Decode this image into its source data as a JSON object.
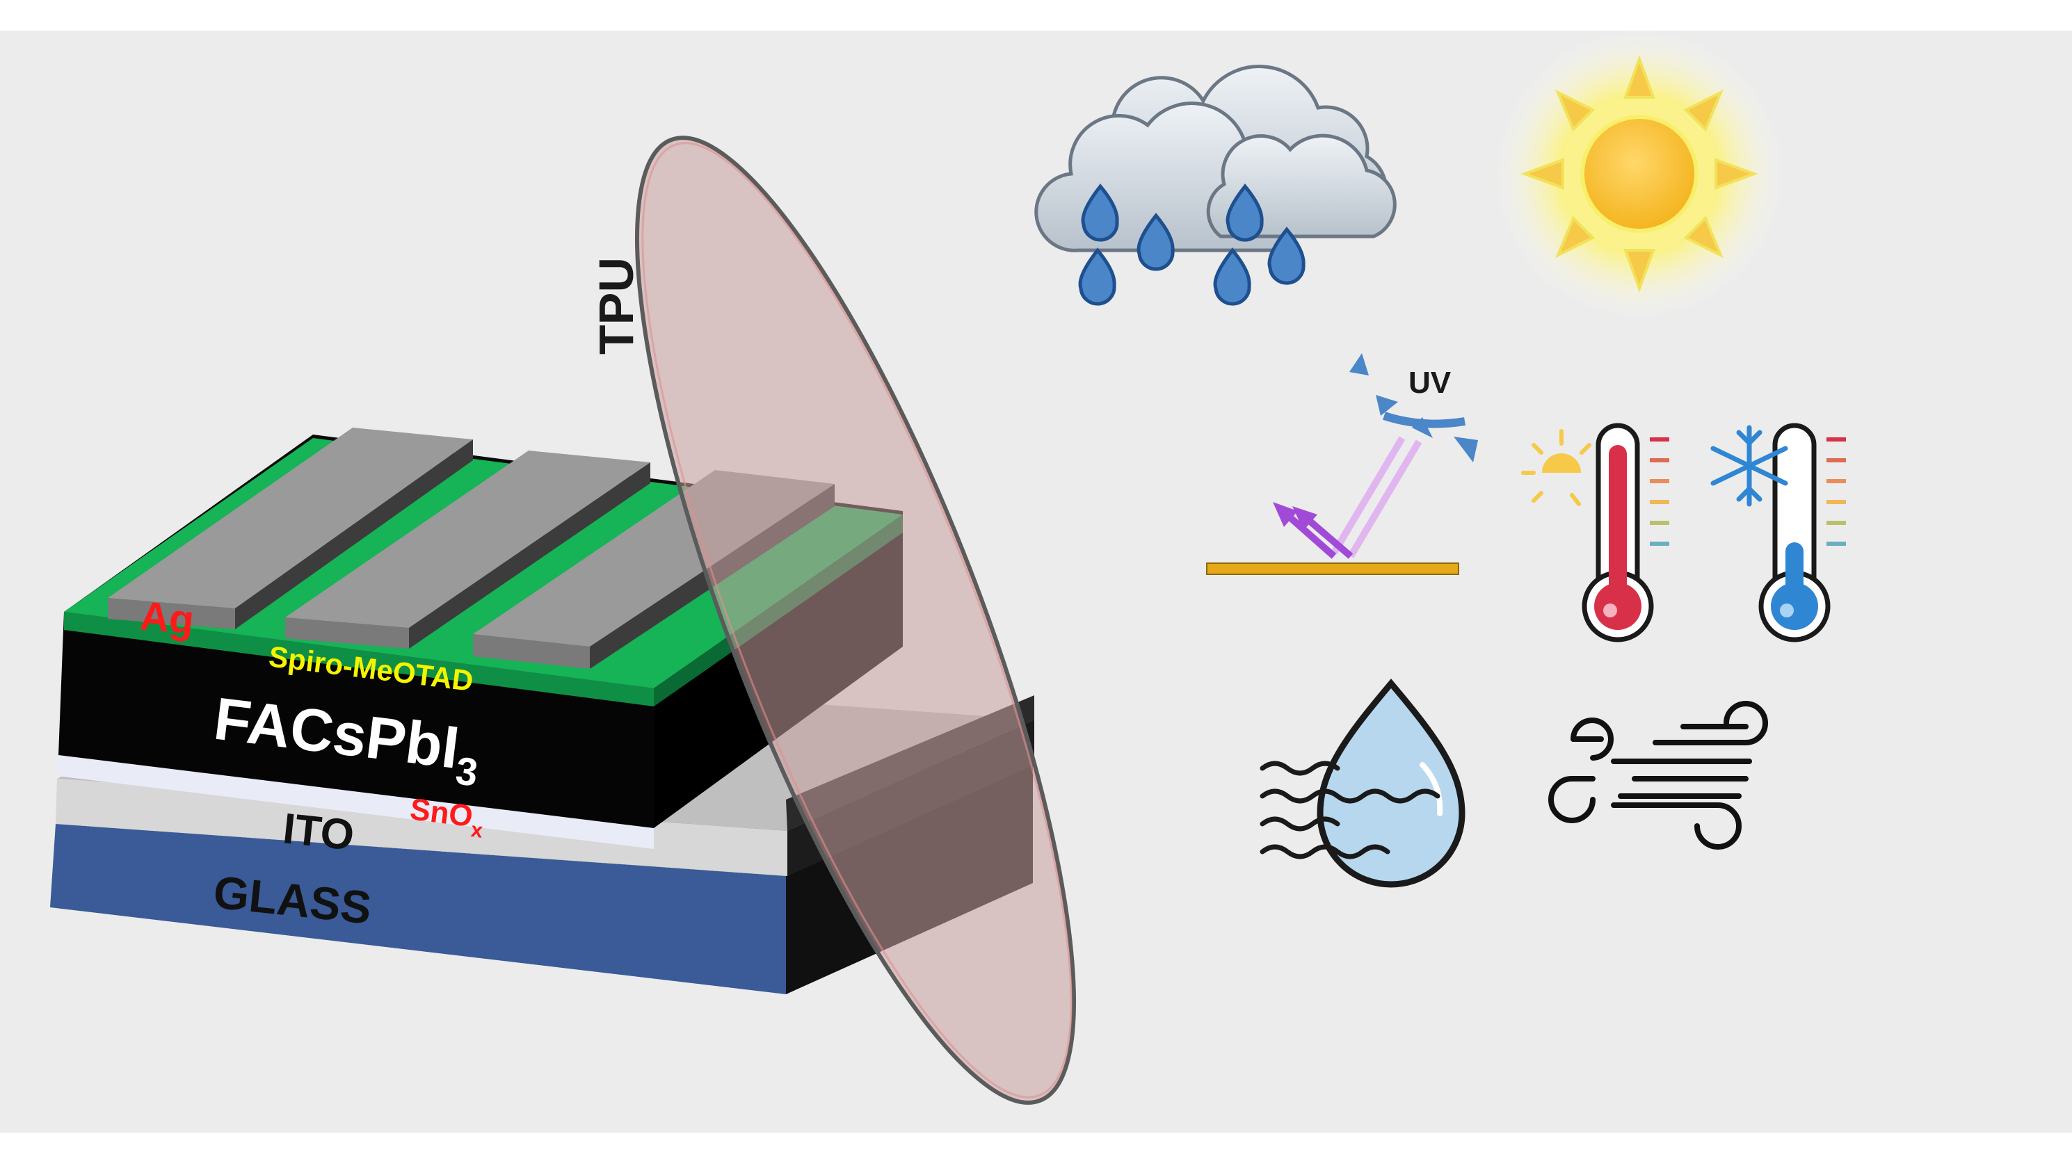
{
  "labels": {
    "ag": "Ag",
    "spiro": "Spiro-MeOTAD",
    "perovskite_main": "FACsPbI",
    "perovskite_sub": "3",
    "sno_main": "SnO",
    "sno_sub": "x",
    "ito": "ITO",
    "glass": "GLASS",
    "tpu": "TPU",
    "uv": "UV"
  },
  "colors": {
    "background": "#ececec",
    "glass": "#3a5a98",
    "ito": "#d7d7d7",
    "sno": "#e9ecf6",
    "perovskite": "#050505",
    "spiro": "#16b357",
    "silver": "#8f8f8f",
    "tpu": "#c9a0a0",
    "label_red": "#ff1a1a",
    "label_yellow": "#f5f500",
    "rain_drop": "#4a86c8",
    "sun": "#f7c948",
    "thermo_red": "#d9304a",
    "thermo_blue": "#2f86d3",
    "water_drop": "#b7d7ee"
  },
  "icons": [
    "rain-cloud-icon",
    "sun-icon",
    "uv-reflection-icon",
    "hot-thermometer-icon",
    "cold-thermometer-icon",
    "water-drop-humidity-icon",
    "wind-icon"
  ]
}
